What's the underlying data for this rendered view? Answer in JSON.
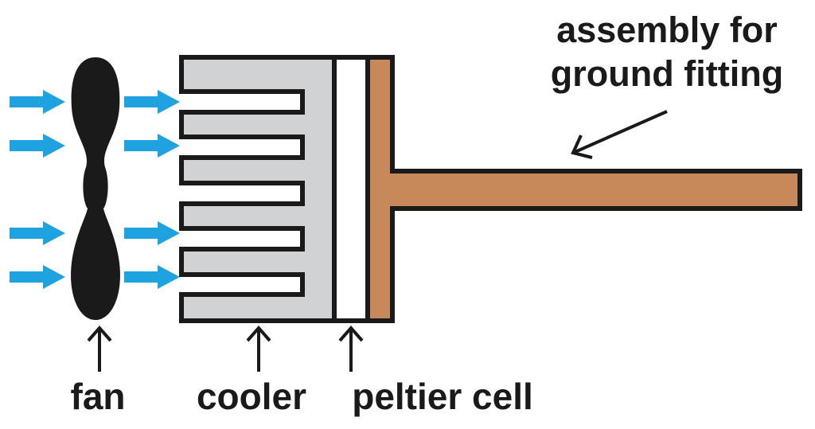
{
  "labels": {
    "fan": "fan",
    "cooler": "cooler",
    "peltier_cell": "peltier cell",
    "assembly_line1": "assembly for",
    "assembly_line2": "ground fitting"
  },
  "colors": {
    "airflow_arrow": "#1fa3e0",
    "fan_blade": "#1a1a1a",
    "cooler_fill": "#d1d2d4",
    "peltier_fill": "#ffffff",
    "assembly_fill": "#c8895a",
    "outline": "#1a1a1a",
    "pointer": "#1a1a1a"
  },
  "icons": {
    "airflow": "right-arrow-icon",
    "pointer": "up-arrow-icon"
  }
}
